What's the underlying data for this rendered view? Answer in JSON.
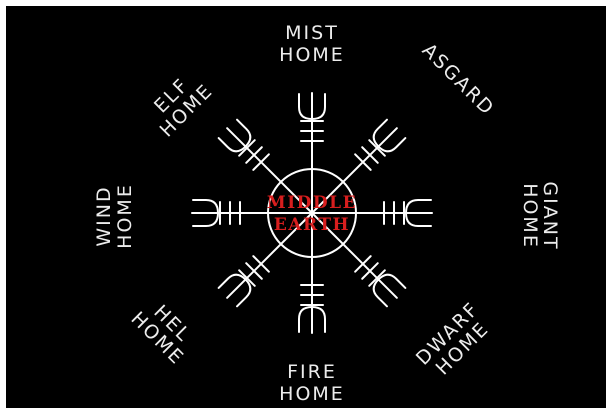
{
  "center": {
    "line1": "MIDDLE",
    "line2": "EARTH"
  },
  "realms": {
    "n": {
      "line1": "MIST",
      "line2": "HOME"
    },
    "ne": {
      "line1": "ASGARD"
    },
    "e": {
      "line1": "GIANT",
      "line2": "HOME"
    },
    "se": {
      "line1": "DWARF",
      "line2": "HOME"
    },
    "s": {
      "line1": "FIRE",
      "line2": "HOME"
    },
    "sw": {
      "line1": "HEL",
      "line2": "HOME"
    },
    "w": {
      "line1": "WIND",
      "line2": "HOME"
    },
    "nw": {
      "line1": "ELF",
      "line2": "HOME"
    }
  },
  "colors": {
    "background": "#000000",
    "lines": "#ffffff",
    "label_text": "#ececec",
    "center_text": "#d81e1e"
  }
}
